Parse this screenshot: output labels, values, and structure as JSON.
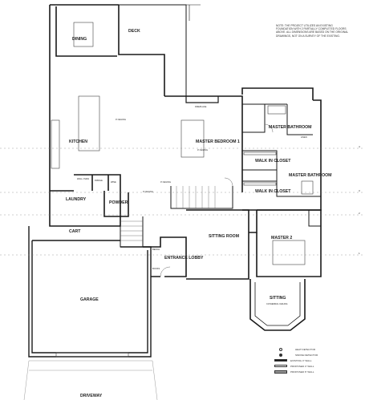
{
  "note": "NOTE: THE PROJECT UTILIZES AN EXISTING FOUNDATION WITH 2 PARTIALLY COMPLETED FLOORS ABOVE. ALL DIMENSIONS ARE BASED ON THE ORIGINAL DRAWINGS, NOT ON A SURVEY OF THE EXISTING.",
  "rooms": {
    "dining": "DINING",
    "deck": "DECK",
    "kitchen": "KITCHEN",
    "fireplace": "FIREPLACE",
    "master_bedroom_1": "MASTER BEDROOM 1",
    "master_bath_1": "MASTER BATHROOM",
    "linen": "LINEN",
    "walk_in_closet_1": "WALK IN CLOSET",
    "walk_in_closet_2": "WALK IN CLOSET",
    "master_bath_2": "MASTER BATHROOM",
    "laundry": "LAUNDRY",
    "powder": "POWDER",
    "wine": "WINE",
    "fridge": "FRIDGE",
    "cart": "CART",
    "garage": "GARAGE",
    "entrance_lobby": "ENTRANCE LOBBY",
    "sitting_room": "SITTING ROOM",
    "master_2": "MASTER 2",
    "sitting": "SITTING",
    "driveway": "DRIVEWAY",
    "wall_oven": "WALL OVEN",
    "bench": "BENCH",
    "books": "BOOKS"
  },
  "ceilings": {
    "kitchen": "9' CEILING",
    "bedroom": "9' CEILING",
    "hall": "9' CEILING",
    "dining_area": "9' CEILING",
    "sitting": "CATHEDRAL CEILING"
  },
  "grid_marks": [
    "4",
    "3",
    "2",
    "1"
  ],
  "legend": {
    "heat_detector": "HEAT DETECTOR",
    "smoke_detector": "SMOKE DETECTOR",
    "existing_wall": "EXISTING 4\" WALL",
    "proposed_4": "PROPOSED 4\" WALL",
    "proposed_6": "PROPOSED 6\" WALL"
  },
  "colors": {
    "wall": "#1a1a1a",
    "line": "#444444",
    "hatch": "#999999"
  }
}
